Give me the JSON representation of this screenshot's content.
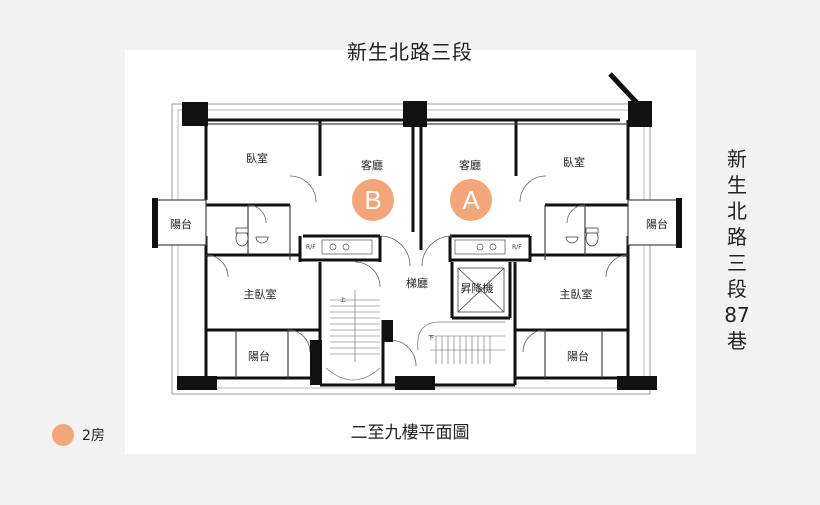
{
  "streets": {
    "top": "新生北路三段",
    "right": [
      "新",
      "生",
      "北",
      "路",
      "三",
      "段",
      "87",
      "巷"
    ]
  },
  "plan_title": "二至九樓平面圖",
  "units": [
    {
      "letter": "B",
      "color": "#f2a679"
    },
    {
      "letter": "A",
      "color": "#f2a679"
    }
  ],
  "rooms": {
    "bedroom_left": "臥室",
    "bedroom_right": "臥室",
    "living_b": "客廳",
    "living_a": "客廳",
    "balcony_left": "陽台",
    "balcony_right": "陽台",
    "master_left": "主臥室",
    "master_right": "主臥室",
    "lobby": "梯廳",
    "elevator": "昇降機",
    "balcony_bottom_left": "陽台",
    "balcony_bottom_right": "陽台"
  },
  "fixtures": {
    "rf_left": "R/F",
    "rf_right": "R/F",
    "stair_up": "上",
    "stair_down": "下"
  },
  "legend": {
    "color": "#f2a679",
    "label": "2房"
  }
}
